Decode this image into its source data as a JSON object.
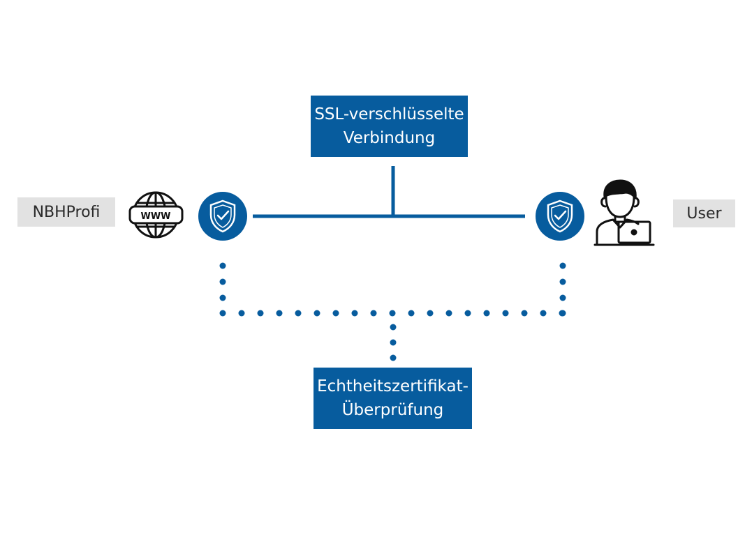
{
  "boxes": {
    "ssl_connection": "SSL-verschlüsselte\nVerbindung",
    "certificate_check": "Echtheitszertifikat-\nÜberprüfung"
  },
  "labels": {
    "server": "NBHProfi",
    "client": "User"
  },
  "icons": {
    "globe": "globe-www-icon",
    "shield_left": "shield-check-icon",
    "shield_right": "shield-check-icon",
    "user": "user-laptop-icon"
  },
  "colors": {
    "primary_blue": "#075c9e",
    "label_gray": "#e2e2e2",
    "icon_black": "#111111"
  }
}
